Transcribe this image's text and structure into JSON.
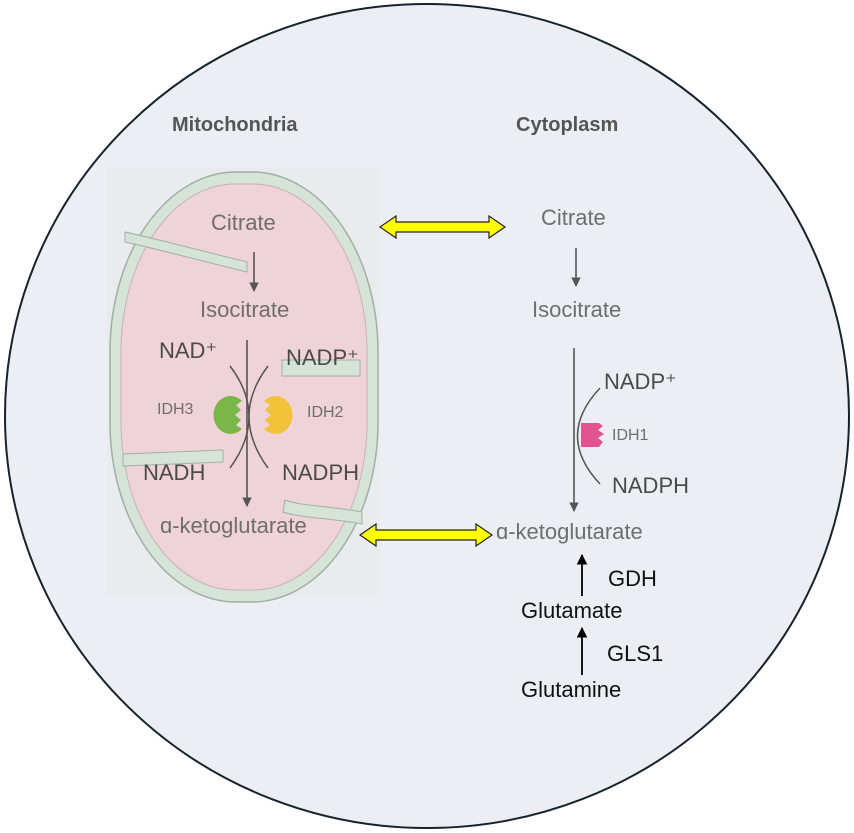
{
  "headers": {
    "mito": "Mitochondria",
    "cyto": "Cytoplasm"
  },
  "mito": {
    "citrate": "Citrate",
    "isocitrate": "Isocitrate",
    "nad": "NAD⁺",
    "nadp": "NADP⁺",
    "idh3": "IDH3",
    "idh2": "IDH2",
    "nadh": "NADH",
    "nadph": "NADPH",
    "akg": "ɑ-ketoglutarate"
  },
  "cyto": {
    "citrate": "Citrate",
    "isocitrate": "Isocitrate",
    "nadp": "NADP⁺",
    "idh1": "IDH1",
    "nadph": "NADPH",
    "akg": "ɑ-ketoglutarate",
    "gdh": "GDH",
    "glutamate": "Glutamate",
    "gls1": "GLS1",
    "glutamine": "Glutamine"
  },
  "colors": {
    "cell_fill": "#edeef3",
    "membrane": "#d5e3d8",
    "matrix": "#efd3d8",
    "idh3": "#7ab648",
    "idh2": "#f2c23a",
    "idh1": "#e0558f",
    "exchange_arrow": "#ffff00"
  }
}
